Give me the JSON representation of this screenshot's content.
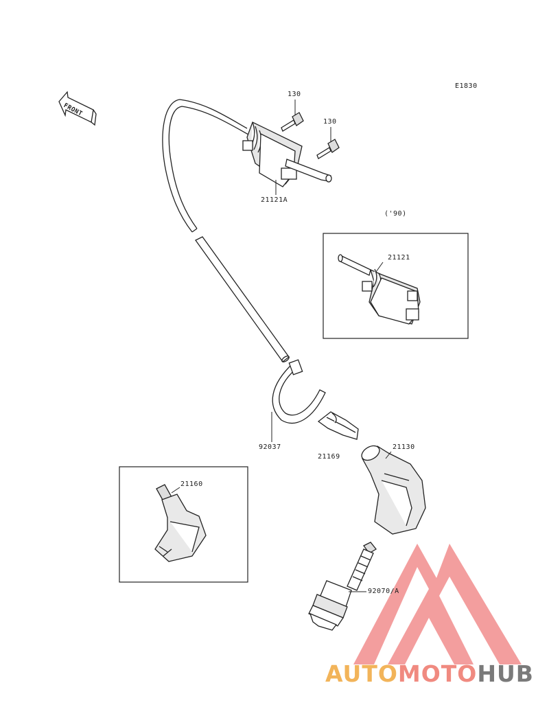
{
  "diagram_code": "E1830",
  "front_label": "FRONT",
  "inset_year": "('90)",
  "parts": {
    "bolt_a": "130",
    "bolt_b": "130",
    "coil_main": "21121A",
    "coil_inset": "21121",
    "band": "92037",
    "clamp": "21169",
    "cap": "21130",
    "cap_inset": "21160",
    "plug": "92070/A"
  },
  "watermark": {
    "part1": "AUTO",
    "part2": "MOTO",
    "part3": "HUB",
    "color1": "#f2b45a",
    "color2": "#f08a80",
    "color3": "#7a7a7a",
    "logo_color": "#ef7d7d"
  }
}
